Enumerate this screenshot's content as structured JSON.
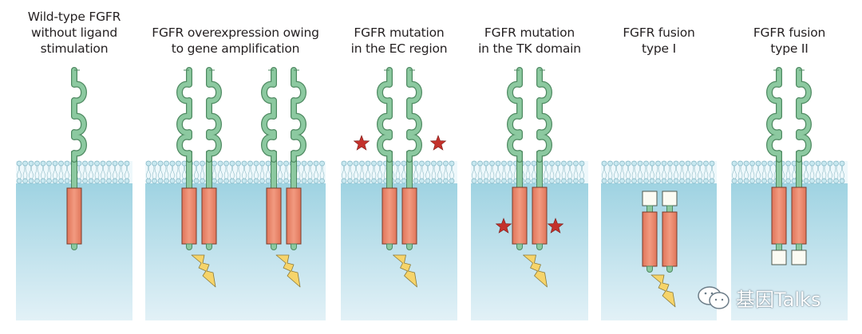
{
  "figure": {
    "panels": [
      {
        "id": "wild-type",
        "title_lines": [
          "Wild-type FGFR",
          "without ligand",
          "stimulation"
        ],
        "receptors": 1,
        "groups": 1,
        "star_position": "none",
        "fusion_boxes": "none",
        "signal": false,
        "ectodomain": true
      },
      {
        "id": "overexpression",
        "title_lines": [
          "FGFR overexpression owing",
          "to gene amplification"
        ],
        "receptors": 4,
        "groups": 2,
        "star_position": "none",
        "fusion_boxes": "none",
        "signal": true,
        "ectodomain": true
      },
      {
        "id": "ec-mutation",
        "title_lines": [
          "FGFR mutation",
          "in the EC region"
        ],
        "receptors": 2,
        "groups": 1,
        "star_position": "extracellular",
        "fusion_boxes": "none",
        "signal": true,
        "ectodomain": true
      },
      {
        "id": "tk-mutation",
        "title_lines": [
          "FGFR mutation",
          "in the TK domain"
        ],
        "receptors": 2,
        "groups": 1,
        "star_position": "kinase",
        "fusion_boxes": "none",
        "signal": true,
        "ectodomain": true
      },
      {
        "id": "fusion-type-1",
        "title_lines": [
          "FGFR fusion",
          "type I"
        ],
        "receptors": 2,
        "groups": 1,
        "star_position": "none",
        "fusion_boxes": "n-terminal",
        "signal": true,
        "ectodomain": false
      },
      {
        "id": "fusion-type-2",
        "title_lines": [
          "FGFR fusion",
          "type II"
        ],
        "receptors": 2,
        "groups": 1,
        "star_position": "none",
        "fusion_boxes": "c-terminal",
        "signal": false,
        "ectodomain": true
      }
    ],
    "colors": {
      "receptor_green": "#8cc9a0",
      "receptor_outline": "#4f8a62",
      "kinase_orange": "#ec8a6e",
      "kinase_outline": "#7a3b2a",
      "star_red": "#c4312b",
      "bolt_yellow": "#f6d46a",
      "cytoplasm_top": "#9fd3e2",
      "cytoplasm_bottom": "#e2f1f7",
      "membrane_head": "#c8e8f0"
    }
  },
  "watermark": {
    "icon": "wechat-icon",
    "text": "基因Talks"
  }
}
